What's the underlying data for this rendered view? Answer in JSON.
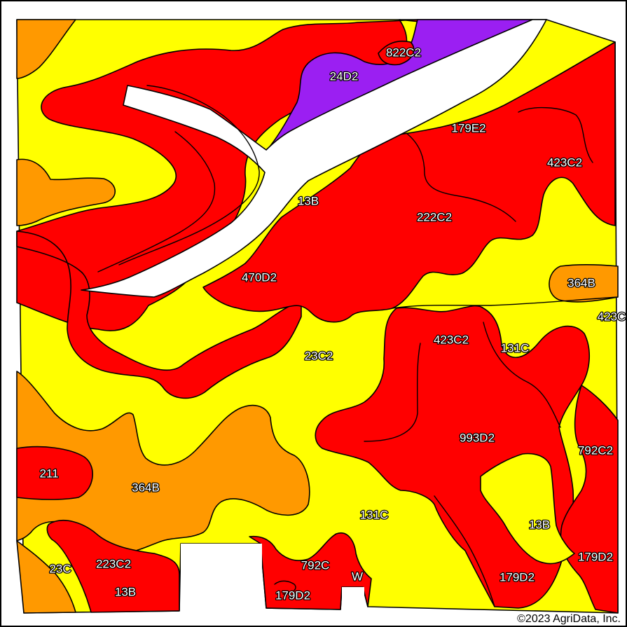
{
  "map": {
    "colors": {
      "red": "#ff0000",
      "yellow": "#ffff00",
      "orange": "#ff9900",
      "purple": "#9b1ff2",
      "white": "#ffffff",
      "outline": "#000000"
    },
    "soil_labels": [
      {
        "id": "822C2",
        "text": "822C2"
      },
      {
        "id": "24D2",
        "text": "24D2"
      },
      {
        "id": "179E2",
        "text": "179E2"
      },
      {
        "id": "423C2-ne",
        "text": "423C2"
      },
      {
        "id": "13B-n",
        "text": "13B"
      },
      {
        "id": "222C2",
        "text": "222C2"
      },
      {
        "id": "470D2",
        "text": "470D2"
      },
      {
        "id": "364B-e",
        "text": "364B"
      },
      {
        "id": "423C-e",
        "text": "423C"
      },
      {
        "id": "423C2-c",
        "text": "423C2"
      },
      {
        "id": "131C-e",
        "text": "131C"
      },
      {
        "id": "23C2",
        "text": "23C2"
      },
      {
        "id": "993D2",
        "text": "993D2"
      },
      {
        "id": "792C2",
        "text": "792C2"
      },
      {
        "id": "211",
        "text": "211"
      },
      {
        "id": "364B-w",
        "text": "364B"
      },
      {
        "id": "131C-s",
        "text": "131C"
      },
      {
        "id": "13B-se",
        "text": "13B"
      },
      {
        "id": "179D2-e",
        "text": "179D2"
      },
      {
        "id": "23C",
        "text": "23C"
      },
      {
        "id": "223C2",
        "text": "223C2"
      },
      {
        "id": "792C",
        "text": "792C"
      },
      {
        "id": "W",
        "text": "W"
      },
      {
        "id": "179D2-s",
        "text": "179D2"
      },
      {
        "id": "13B-sw",
        "text": "13B"
      },
      {
        "id": "179D2-b",
        "text": "179D2"
      }
    ],
    "copyright": "©2023 AgriData, Inc."
  }
}
